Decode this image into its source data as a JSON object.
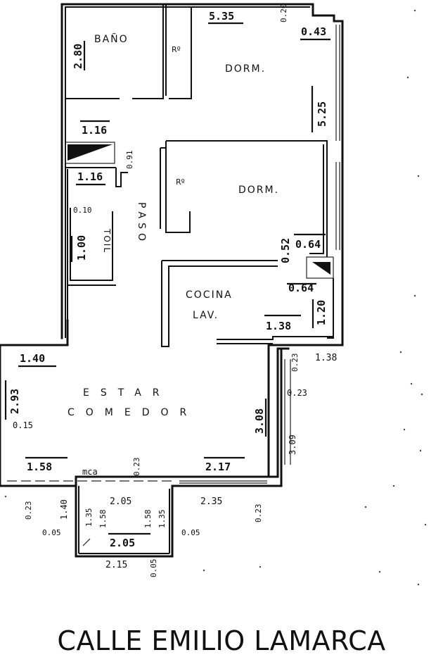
{
  "rooms": {
    "bath": "BAÑO",
    "bedroom_1": "DORM.",
    "bedroom_2": "DORM.",
    "wardrobe_1": "Rº",
    "wardrobe_2": "Rº",
    "toilet": "TOIL",
    "hall": "PASO",
    "kitchen": "COCINA",
    "laundry": "LAV.",
    "living": "ESTAR",
    "dining": "COMEDOR"
  },
  "dimensions": {
    "bedroom1_width": "5.35",
    "top_wall": "0.20",
    "top_corner": "0.43",
    "bath_depth": "2.80",
    "bedroom1_depth": "5.25",
    "bath_width": "1.16",
    "shaft_width": "1.16",
    "shaft_depth": "0.91",
    "toilet_width": "0.10",
    "toilet_depth": "1.00",
    "bedroom2_wall": "0.52",
    "bedroom2_corner": "0.64",
    "kitchen_corner": "0.64",
    "kitchen_depth": "1.20",
    "kitchen_width": "1.38",
    "right_step": "1.38",
    "living_left_top": "1.40",
    "right_wall_1": "0.23",
    "right_wall_2": "0.23",
    "living_depth_left": "2.93",
    "living_left_small": "0.15",
    "living_depth_right": "3.08",
    "living_depth_outer": "3.09",
    "living_bottom_left": "1.58",
    "living_bottom_right": "2.17",
    "living_mid_wall": "0.23",
    "balcony_top": "2.05",
    "balcony_bottom": "2.05",
    "balcony_outer": "2.15",
    "balcony_right_outer": "2.35",
    "balcony_left_depth": "1.40",
    "balcony_left_wall": "0.23",
    "balcony_left_small": "0.05",
    "balcony_right_small": "0.05",
    "balcony_right_wall": "0.23",
    "balcony_side_1": "1.35",
    "balcony_side_2": "1.58",
    "balcony_side_3": "1.58",
    "balcony_side_4": "1.35",
    "balcony_bottom_small": "0.05",
    "railing_note": "mca"
  },
  "street": "CALLE EMILIO LAMARCA"
}
